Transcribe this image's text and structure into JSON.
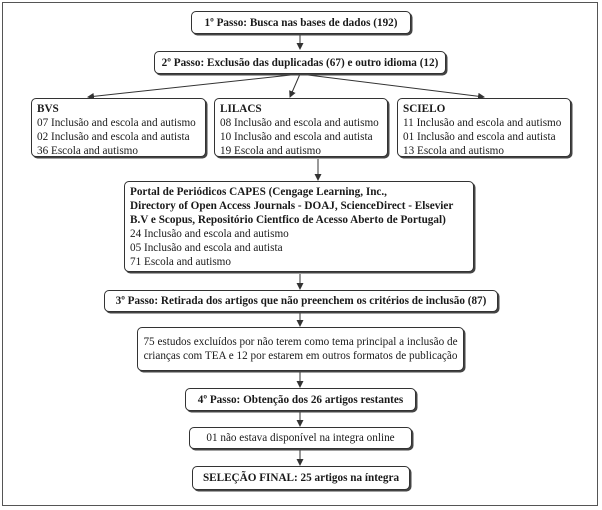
{
  "step1": "1º Passo: Busca nas bases de dados (192)",
  "step2": "2º Passo: Exclusão das duplicadas (67) e outro idioma (12)",
  "bvs": {
    "title": "BVS",
    "lines": [
      "07 Inclusão and escola and autismo",
      "02 Inclusão and escola and autista",
      "36 Escola and autismo"
    ]
  },
  "lilacs": {
    "title": "LILACS",
    "lines": [
      "08 Inclusão and escola and autismo",
      "10 Inclusão and escola and autista",
      "19 Escola and autismo"
    ]
  },
  "scielo": {
    "title": "SCIELO",
    "lines": [
      "11 Inclusão and escola and autismo",
      "01 Inclusão and escola and autista",
      "13 Escola and autismo"
    ]
  },
  "capes": {
    "title_lines": [
      "Portal de Periódicos CAPES (Cengage Learning, Inc.,",
      "Directory of Open Access Journals - DOAJ, ScienceDirect - Elsevier",
      "B.V e Scopus, Repositório Cientfico de Acesso Aberto de Portugal)"
    ],
    "lines": [
      "24 Inclusão and escola and autismo",
      "05 Inclusão and escola and autista",
      "71 Escola and autismo"
    ]
  },
  "step3": "3º Passo: Retirada dos artigos que não preenchem os critérios de inclusão (87)",
  "excluded": {
    "lines": [
      "75 estudos excluídos por não terem como tema principal a inclusão de",
      "crianças com TEA e 12 por estarem em outros formatos de publicação"
    ]
  },
  "step4": "4º Passo: Obtenção dos 26 artigos restantes",
  "unavailable": "01 não estava disponível na integra online",
  "final": "SELEÇÃO FINAL: 25 artigos na íntegra"
}
